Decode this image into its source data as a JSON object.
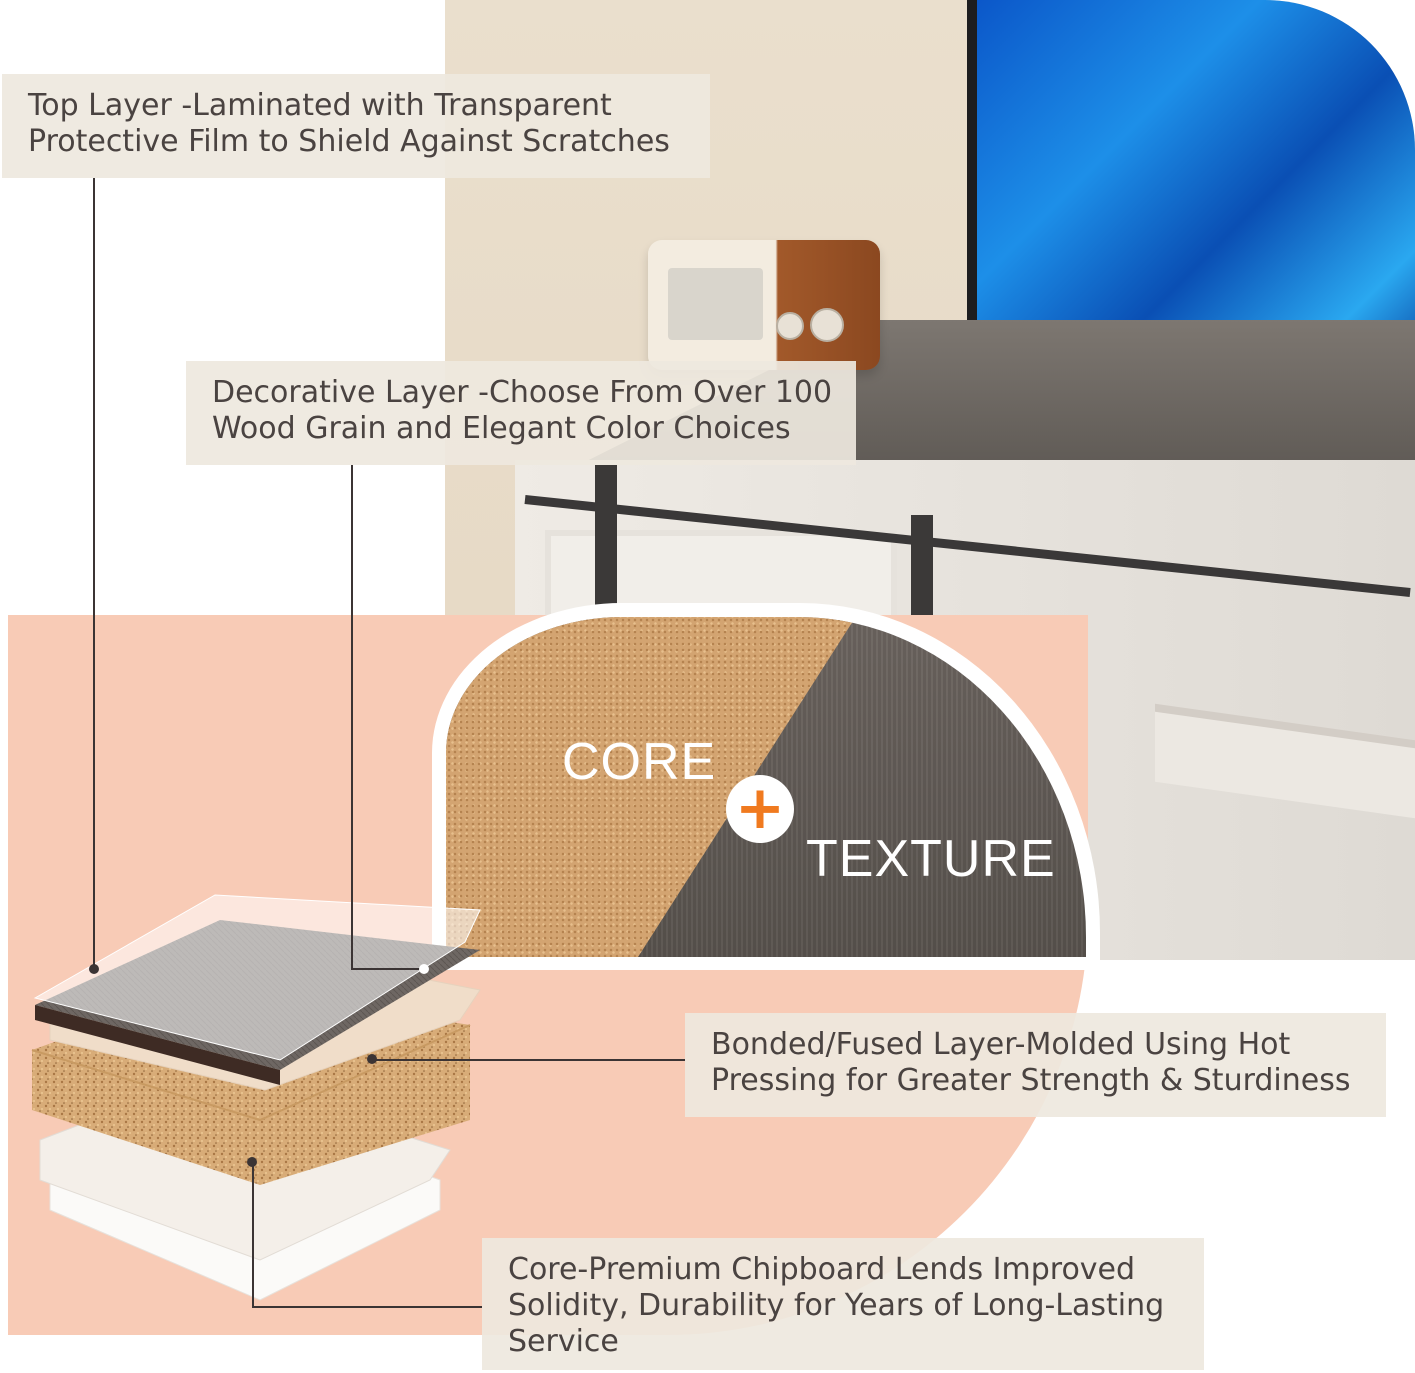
{
  "labels": {
    "top_layer": [
      "Top Layer -Laminated with Transparent",
      "Protective Film to Shield Against Scratches"
    ],
    "decorative_layer": [
      "Decorative Layer -Choose From Over 100",
      "Wood Grain and Elegant Color Choices"
    ],
    "bonded_layer": [
      "Bonded/Fused Layer-Molded Using Hot",
      "Pressing for Greater Strength & Sturdiness"
    ],
    "core_layer": [
      "Core-Premium Chipboard Lends Improved",
      "Solidity, Durability for Years of Long-Lasting",
      "Service"
    ]
  },
  "badge": {
    "core": "CORE",
    "plus": "+",
    "texture": "TEXTURE"
  },
  "colors": {
    "peach": "#f8cbb6",
    "label_bg": "#eee8de",
    "accent_orange": "#f07a1f",
    "chipboard": "#d3a471",
    "texture_gray": "#6c6560"
  },
  "icons": [
    "plus-icon"
  ]
}
